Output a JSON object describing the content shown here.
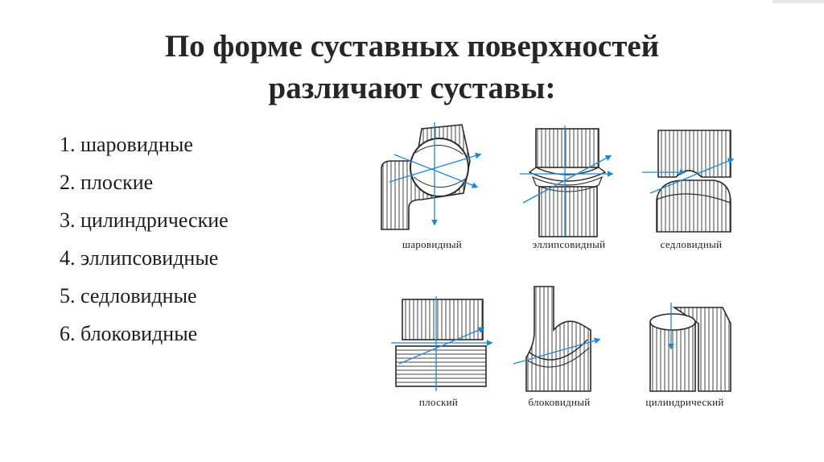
{
  "title": {
    "line1": "По форме суставных поверхностей",
    "line2": "различают суставы:"
  },
  "list": [
    "1. шаровидные",
    "2. плоские",
    "3. цилиндрические",
    "4. эллипсовидные",
    "5. седловидные",
    "6. блоковидные"
  ],
  "figures": {
    "ball": "шаровидный",
    "ellipsoid": "эллипсовидный",
    "saddle": "седловидный",
    "flat": "плоский",
    "trochlear": "блоковидный",
    "cylindrical": "цилиндрический"
  },
  "colors": {
    "axis": "#1e88d8",
    "ink": "#2a2a2a",
    "hatch": "#555555"
  }
}
